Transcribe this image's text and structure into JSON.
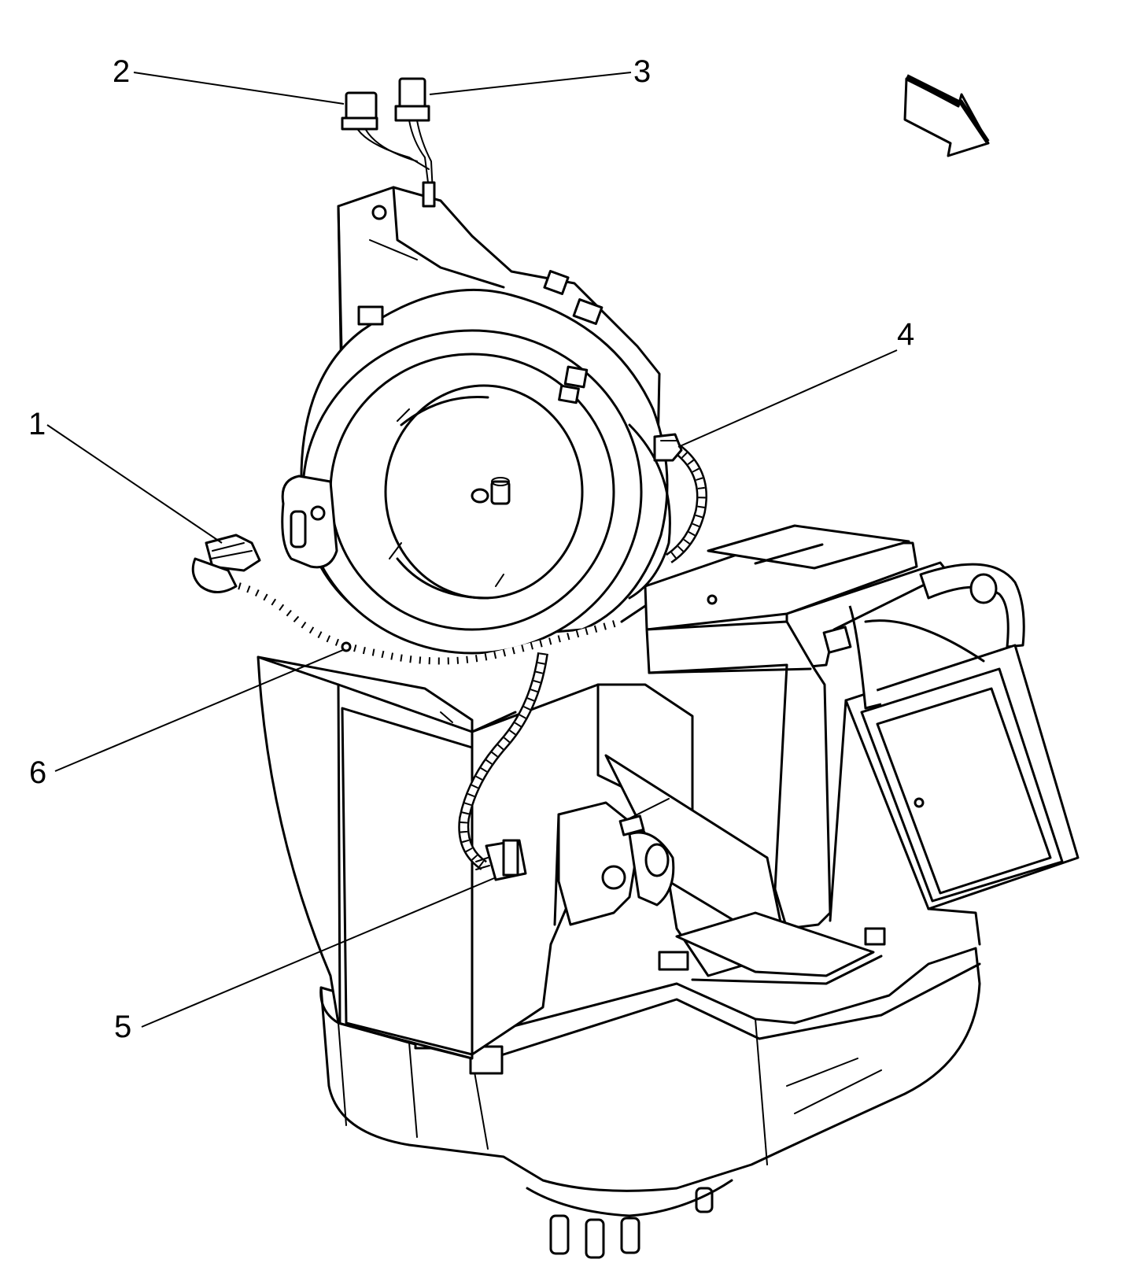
{
  "callouts": [
    {
      "id": "1",
      "label": "1",
      "part": "blower-motor-connector"
    },
    {
      "id": "2",
      "label": "2",
      "part": "harness-connector-a"
    },
    {
      "id": "3",
      "label": "3",
      "part": "harness-connector-b"
    },
    {
      "id": "4",
      "label": "4",
      "part": "upper-side-connector"
    },
    {
      "id": "5",
      "label": "5",
      "part": "actuator-connector"
    },
    {
      "id": "6",
      "label": "6",
      "part": "wiring-harness"
    }
  ],
  "colors": {
    "line": "#000000",
    "background": "#ffffff"
  },
  "icons": {
    "direction_arrow": "front-of-vehicle-arrow-icon"
  }
}
